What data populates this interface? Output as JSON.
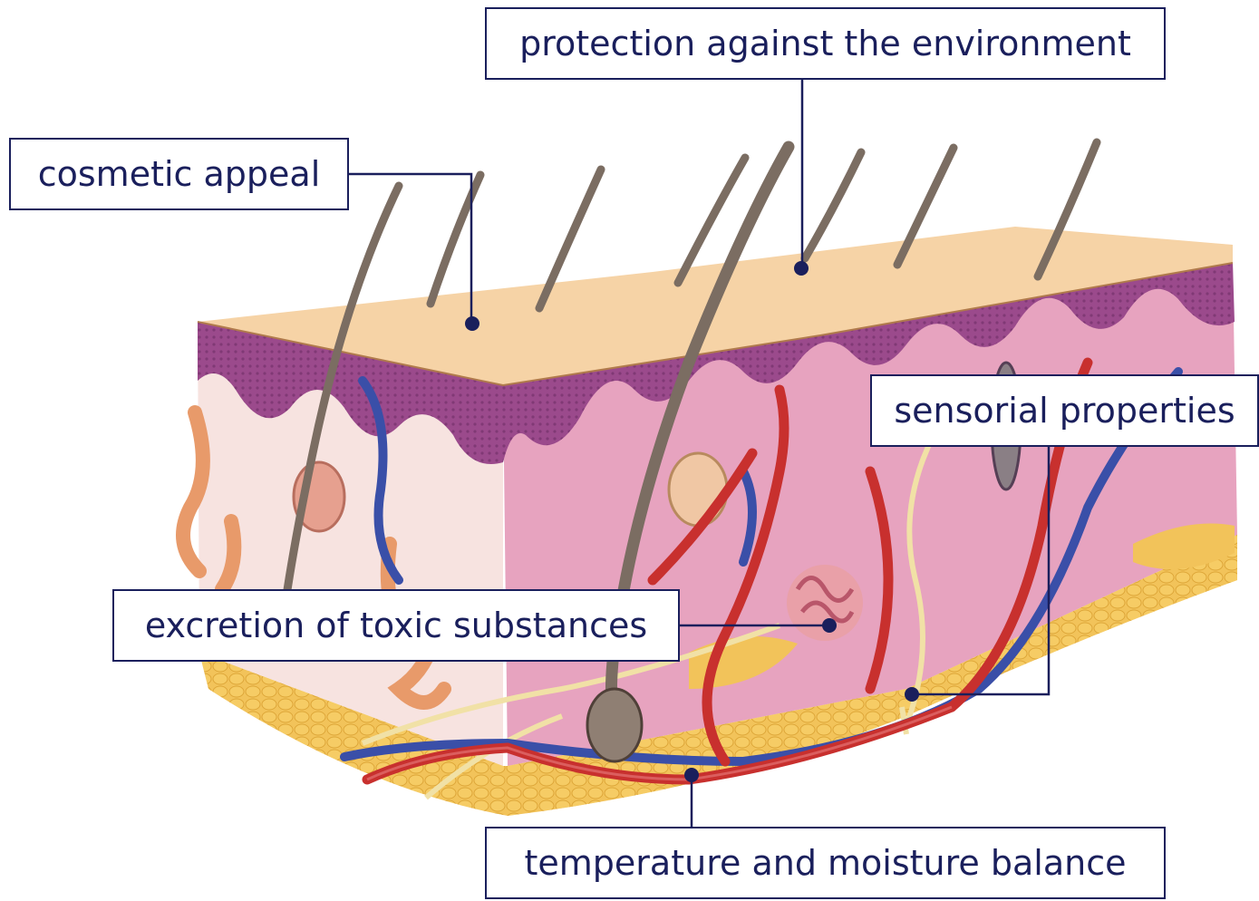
{
  "title": "",
  "labels": {
    "protection": "protection against the environment",
    "cosmetic": "cosmetic appeal",
    "sensorial": "sensorial properties",
    "excretion": "excretion of toxic substances",
    "temperature": "temperature and moisture balance"
  },
  "colors": {
    "label_border": "#1a1f5c",
    "label_text": "#1a1f5c",
    "skin_surface": "#f6d3a6",
    "epidermis": "#9b4a8c",
    "dermis": "#e5a6c0",
    "fat": "#f2c35a",
    "artery": "#c8302e",
    "vein": "#3a4fa8",
    "hair": "#7b6d62"
  }
}
